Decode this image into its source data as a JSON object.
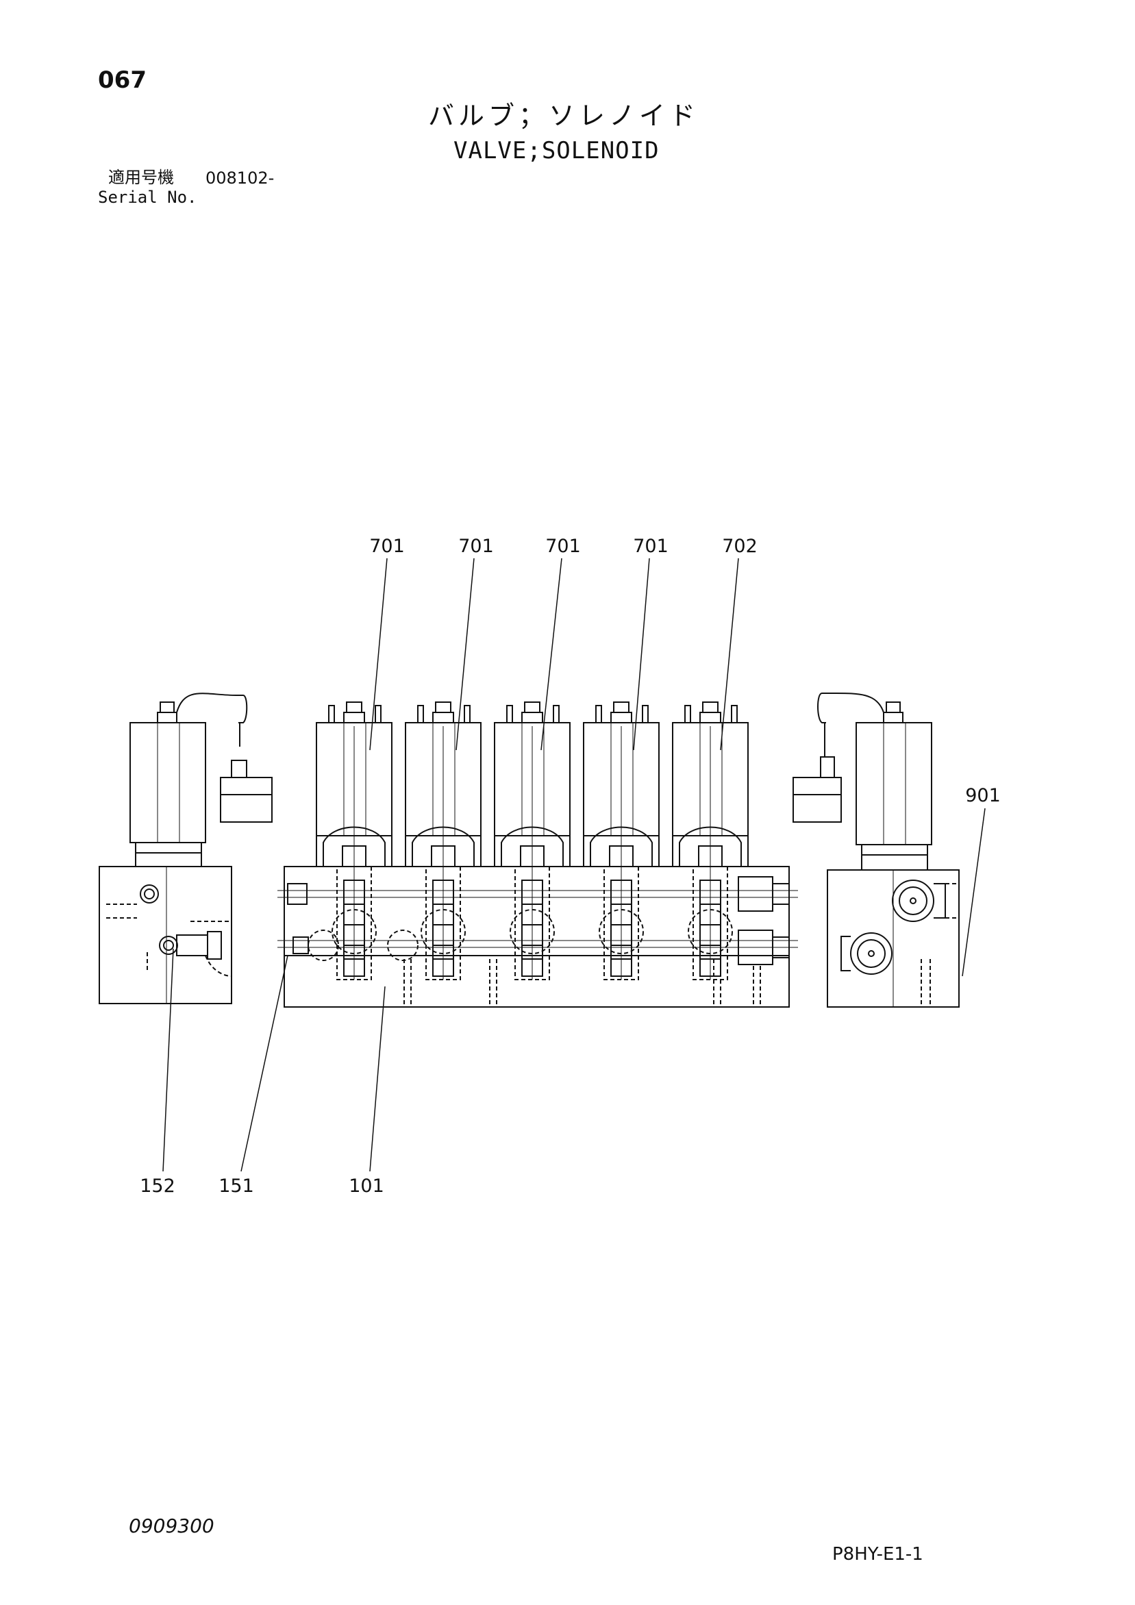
{
  "page": {
    "page_number": "067",
    "title_jp": "バルブ；ソレノイド",
    "title_en": "VALVE;SOLENOID",
    "serial_label_jp": "適用号機",
    "serial_value": "008102-",
    "serial_label_en": "Serial No.",
    "doc_code": "0909300",
    "sheet_code": "P8HY-E1-1"
  },
  "callouts": [
    {
      "label": "701"
    },
    {
      "label": "701"
    },
    {
      "label": "701"
    },
    {
      "label": "701"
    },
    {
      "label": "702"
    },
    {
      "label": "901"
    },
    {
      "label": "152"
    },
    {
      "label": "151"
    },
    {
      "label": "101"
    }
  ],
  "colors": {
    "ink": "#111111",
    "paper": "#ffffff"
  }
}
